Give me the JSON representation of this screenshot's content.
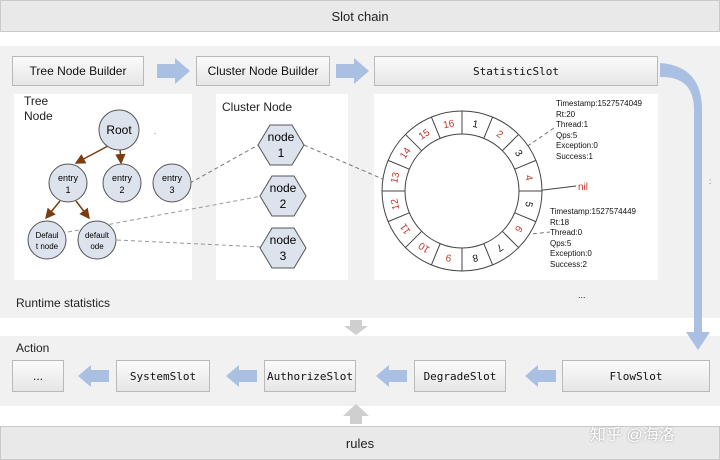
{
  "title": "Slot chain",
  "footer": "rules",
  "runtime_region": {
    "label": "Runtime statistics",
    "ellipsis": "..."
  },
  "top_slots": {
    "tree_builder": "Tree Node Builder",
    "cluster_builder": "Cluster Node Builder",
    "statistic": "StatisticSlot"
  },
  "tree_panel": {
    "title_line1": "Tree",
    "title_line2": "Node",
    "root": "Root",
    "entry1": [
      "entry",
      "1"
    ],
    "entry2": [
      "entry",
      "2"
    ],
    "entry3": [
      "entry",
      "3"
    ],
    "default_node_a": [
      "Defaul",
      "t node"
    ],
    "default_node_b": [
      "default",
      "ode"
    ]
  },
  "cluster_panel": {
    "title": "Cluster Node",
    "nodes": [
      [
        "node",
        "1"
      ],
      [
        "node",
        "2"
      ],
      [
        "node",
        "3"
      ]
    ]
  },
  "ring": {
    "segments": [
      "1",
      "2",
      "3",
      "4",
      "5",
      "6",
      "7",
      "8",
      "9",
      "10",
      "11",
      "12",
      "13",
      "14",
      "15",
      "16"
    ],
    "nil_label": "nil",
    "stat_top": [
      "Timestamp:1527574049",
      "Rt:20",
      "Thread:1",
      "Qps:5",
      "Exception:0",
      "Success:1"
    ],
    "stat_bottom": [
      "Timestamp:1527574449",
      "Rt:18",
      "Thread:0",
      "Qps:5",
      "Exception:0",
      "Success:2"
    ]
  },
  "action_region": {
    "label": "Action",
    "ellipsis": "...",
    "system": "SystemSlot",
    "authorize": "AuthorizeSlot",
    "degrade": "DegradeSlot",
    "flow": "FlowSlot"
  },
  "watermark": "知乎 @海洛",
  "colors": {
    "arrow": "#a9c0e2",
    "arrow_gray": "#cfcfcf",
    "tree_edge": "#7a3d10",
    "red_text": "#c0392b"
  }
}
